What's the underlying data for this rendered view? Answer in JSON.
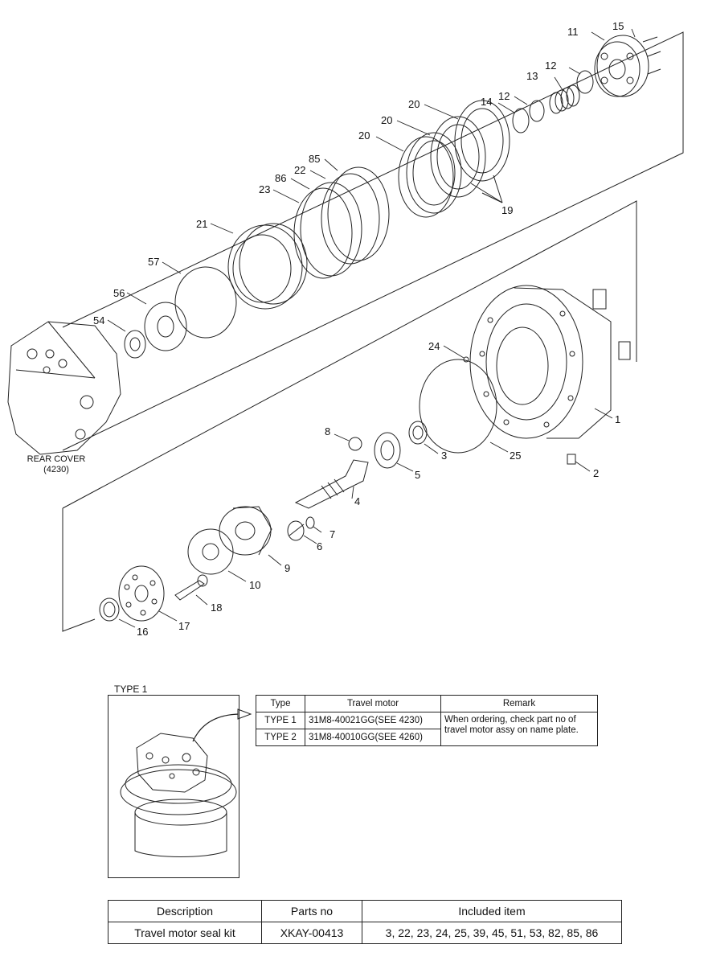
{
  "callouts": {
    "c1": "1",
    "c2": "2",
    "c3": "3",
    "c4": "4",
    "c5": "5",
    "c6": "6",
    "c7": "7",
    "c8": "8",
    "c9": "9",
    "c10": "10",
    "c11": "11",
    "c12a": "12",
    "c12b": "12",
    "c13": "13",
    "c14": "14",
    "c15": "15",
    "c16": "16",
    "c17": "17",
    "c18": "18",
    "c19": "19",
    "c20a": "20",
    "c20b": "20",
    "c20c": "20",
    "c21": "21",
    "c22": "22",
    "c23": "23",
    "c24": "24",
    "c25": "25",
    "c54": "54",
    "c56": "56",
    "c57": "57",
    "c85": "85",
    "c86": "86"
  },
  "rear_cover": {
    "label": "REAR COVER",
    "ref": "(4230)"
  },
  "type_inset": {
    "caption": "TYPE 1"
  },
  "type_table": {
    "headers": {
      "type": "Type",
      "motor": "Travel motor",
      "remark": "Remark"
    },
    "rows": [
      {
        "type": "TYPE 1",
        "motor": "31M8-40021GG(SEE 4230)"
      },
      {
        "type": "TYPE 2",
        "motor": "31M8-40010GG(SEE 4260)"
      }
    ],
    "remark": "When ordering, check part no of travel motor assy on name plate."
  },
  "kit_table": {
    "headers": {
      "description": "Description",
      "parts_no": "Parts no",
      "included": "Included item"
    },
    "row": {
      "description": "Travel motor seal kit",
      "parts_no": "XKAY-00413",
      "included": "3, 22, 23, 24, 25, 39, 45, 51, 53, 82, 85, 86"
    }
  }
}
